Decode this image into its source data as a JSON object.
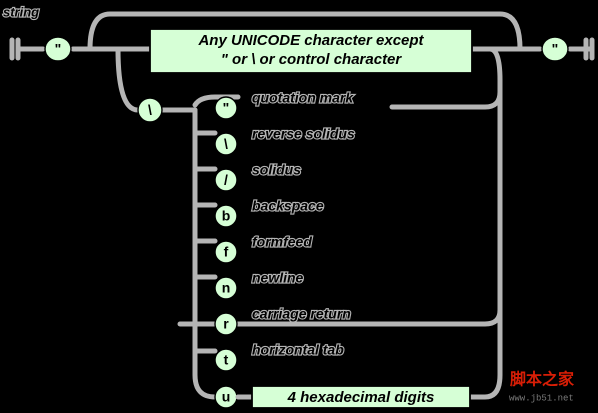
{
  "diagram": {
    "title": "string",
    "open_quote": "\"",
    "close_quote": "\"",
    "any_char_box": {
      "line1": "Any UNICODE character except",
      "line2": "\"  or  \\  or control character"
    },
    "escape_symbol": "\\",
    "escapes": [
      {
        "symbol": "\"",
        "label": "quotation mark"
      },
      {
        "symbol": "\\",
        "label": "reverse solidus"
      },
      {
        "symbol": "/",
        "label": "solidus"
      },
      {
        "symbol": "b",
        "label": "backspace"
      },
      {
        "symbol": "f",
        "label": "formfeed"
      },
      {
        "symbol": "n",
        "label": "newline"
      },
      {
        "symbol": "r",
        "label": "carriage return"
      },
      {
        "symbol": "t",
        "label": "horizontal tab"
      },
      {
        "symbol": "u",
        "label": ""
      }
    ],
    "hex_box": "4 hexadecimal digits"
  },
  "watermark": {
    "title": "脚本之家",
    "url": "www.jb51.net"
  },
  "colors": {
    "background": "#000000",
    "track": "#b5b5b5",
    "node_fill": "#d6ffd6",
    "watermark": "#d81e06"
  }
}
